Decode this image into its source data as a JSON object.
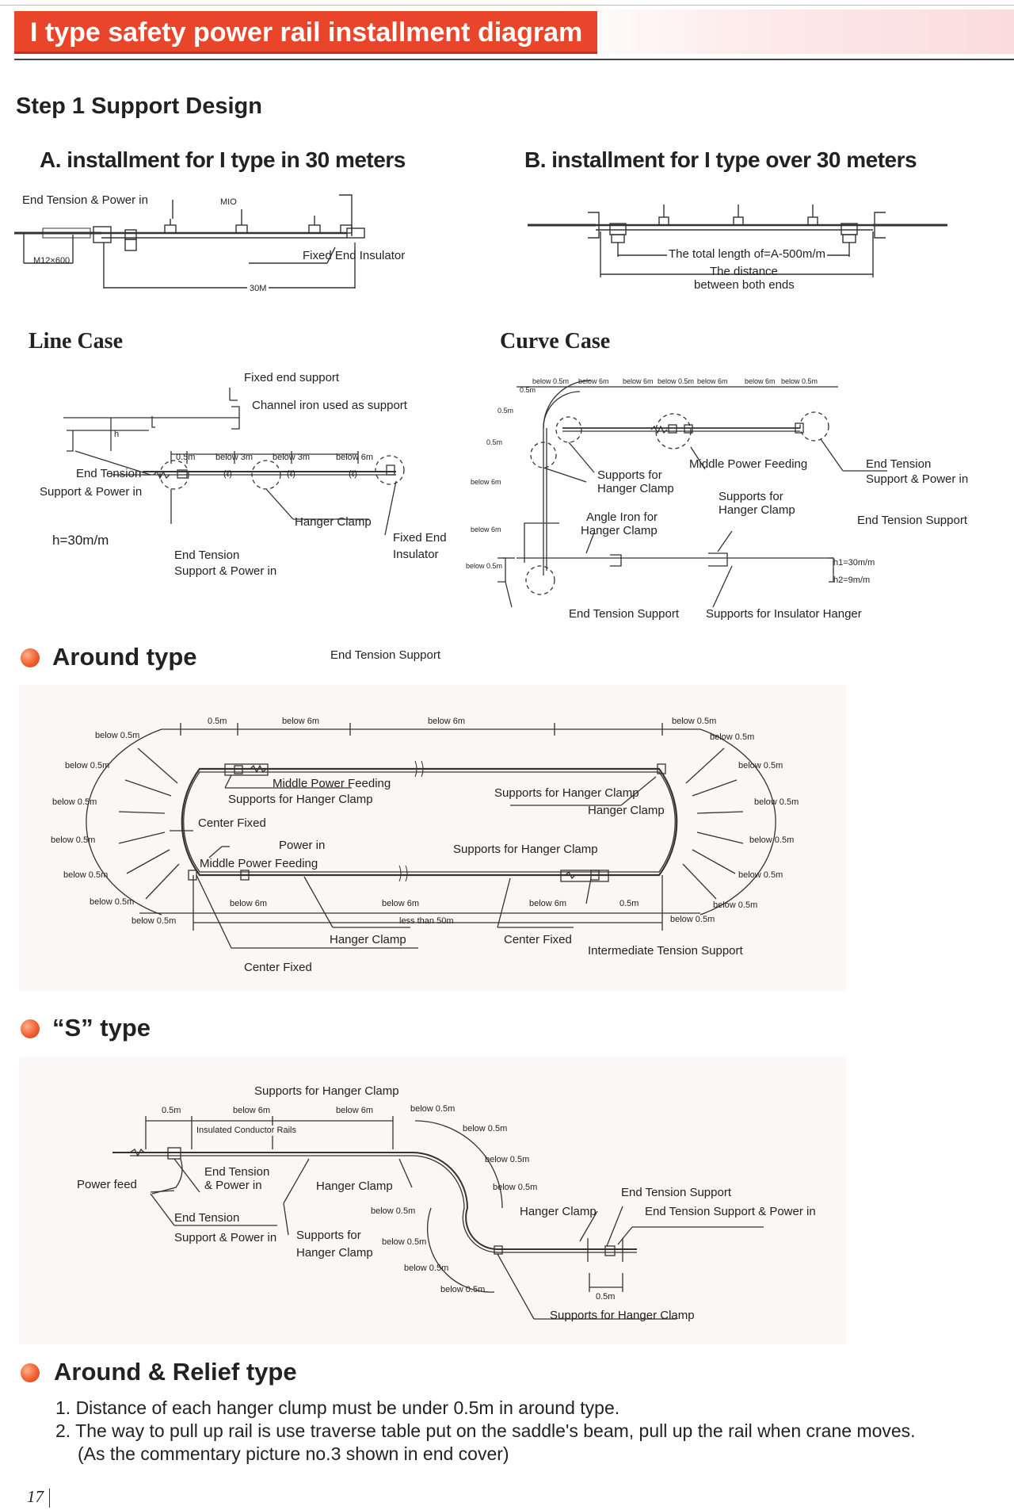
{
  "page_title": "I type safety power rail installment diagram",
  "step_title": "Step 1  Support Design",
  "section_a": {
    "title": "A. installment for I type in 30 meters",
    "labels": {
      "end_tension": "End Tension & Power in",
      "mio": "MIO",
      "m12": "M12×600",
      "fixed_end": "Fixed End Insulator",
      "length": "30M"
    }
  },
  "section_b": {
    "title": "B. installment for I type over 30 meters",
    "labels": {
      "total": "The total length of=A-500m/m",
      "distance_1": "The distance",
      "distance_2": "between both ends"
    }
  },
  "line_case": {
    "title": "Line Case",
    "labels": {
      "fixed_support": "Fixed end support",
      "channel": "Channel iron used as support",
      "h": "h",
      "end_tension_1": "End Tension",
      "end_tension_2": "Support & Power in",
      "h_value": "h=30m/m",
      "d1": "0.5m",
      "d2": "below 3m",
      "d3": "below 3m",
      "d4": "below 6m",
      "l": "(ℓ)",
      "hanger": "Hanger Clamp",
      "bottom_1": "End Tension",
      "bottom_2": "Support & Power in",
      "fixed_1": "Fixed End",
      "fixed_2": "Insulator"
    }
  },
  "curve_case": {
    "title": "Curve Case",
    "labels": {
      "top_dims": [
        "below 0.5m",
        "below 6m",
        "below 6m",
        "below 0.5m",
        "below 6m",
        "below 6m",
        "below 0.5m"
      ],
      "half_m": "0.5m",
      "below6": "below 6m",
      "below05": "below 0.5m",
      "supports_1": "Supports for",
      "supports_2": "Hanger Clamp",
      "middle_power": "Middle Power Feeding",
      "end_tension_1": "End Tension",
      "end_tension_2": "Support & Power in",
      "angle_1": "Angle Iron for",
      "angle_2": "Hanger Clamp",
      "sfhc_1": "Supports for",
      "sfhc_2": "Hanger Clamp",
      "end_support": "End Tension Support",
      "h1": "h1=30m/m",
      "h2": "h2=9m/m",
      "end_support_bottom": "End Tension Support",
      "insulator_hanger": "Supports for Insulator Hanger"
    }
  },
  "around": {
    "title": "Around type",
    "floating_label": "End Tension Support",
    "labels": {
      "d_half": "0.5m",
      "below6_a": "below 6m",
      "below6_b": "below 6m",
      "below05": "below 0.5m",
      "middle_power": "Middle Power Feeding",
      "supports_left": "Supports for Hanger Clamp",
      "supports_right": "Supports for Hanger Clamp",
      "hanger_right": "Hanger Clamp",
      "center_fixed_top": "Center Fixed",
      "power_in": "Power in",
      "middle_power_b": "Middle Power Feeding",
      "supports_mid": "Supports for Hanger Clamp",
      "b6a": "below 6m",
      "b6b": "below 6m",
      "b6c": "below 6m",
      "b05": "0.5m",
      "less50": "less than 50m",
      "hanger_bottom": "Hanger Clamp",
      "center_fixed_mid": "Center Fixed",
      "intermediate": "Intermediate Tension Support",
      "center_fixed_bottom": "Center Fixed"
    }
  },
  "s_type": {
    "title": "“S” type",
    "labels": {
      "supports_top": "Supports for Hanger Clamp",
      "d_half": "0.5m",
      "below6_a": "below 6m",
      "below6_b": "below 6m",
      "insulated": "Insulated Conductor Rails",
      "below05": "below 0.5m",
      "power_feed": "Power feed",
      "etp_1": "End Tension",
      "etp_2": "& Power in",
      "hanger_1": "Hanger Clamp",
      "ets_1": "End Tension",
      "ets_2": "Support & Power in",
      "sfhc_1": "Supports for",
      "sfhc_2": "Hanger Clamp",
      "end_support": "End Tension Support",
      "end_support_power": "End Tension Support & Power in",
      "hanger_2": "Hanger Clamp",
      "half_bottom": "0.5m",
      "supports_bottom": "Supports for Hanger Clamp"
    }
  },
  "relief": {
    "title": "Around & Relief type",
    "items": [
      "1. Distance of each hanger clump must be under 0.5m in around type.",
      "2. The way to pull up rail is use traverse table put on the saddle's beam, pull up the rail when crane moves.",
      "(As the commentary picture no.3 shown in end cover)"
    ]
  },
  "page_number": "17",
  "colors": {
    "banner": "#e8452a",
    "accent_dot": "#f06030",
    "panel": "#fbf7f6"
  }
}
